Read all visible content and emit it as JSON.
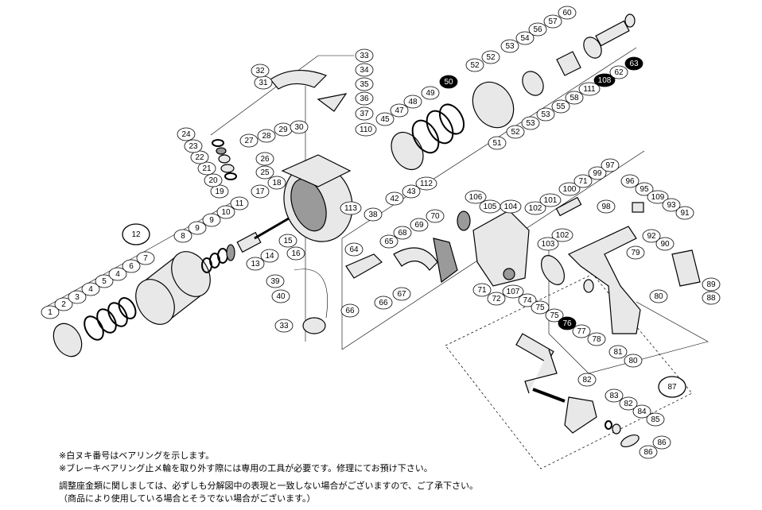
{
  "diagram": {
    "parts": [
      {
        "n": "1"
      },
      {
        "n": "2"
      },
      {
        "n": "3"
      },
      {
        "n": "4"
      },
      {
        "n": "5"
      },
      {
        "n": "4"
      },
      {
        "n": "6"
      },
      {
        "n": "7"
      },
      {
        "n": "12",
        "large": true
      },
      {
        "n": "8"
      },
      {
        "n": "9"
      },
      {
        "n": "9"
      },
      {
        "n": "10"
      },
      {
        "n": "11"
      },
      {
        "n": "13"
      },
      {
        "n": "14"
      },
      {
        "n": "15"
      },
      {
        "n": "16"
      },
      {
        "n": "17"
      },
      {
        "n": "18"
      },
      {
        "n": "25"
      },
      {
        "n": "26"
      },
      {
        "n": "19"
      },
      {
        "n": "20"
      },
      {
        "n": "21"
      },
      {
        "n": "22"
      },
      {
        "n": "23"
      },
      {
        "n": "24"
      },
      {
        "n": "27"
      },
      {
        "n": "28"
      },
      {
        "n": "29"
      },
      {
        "n": "30"
      },
      {
        "n": "31"
      },
      {
        "n": "32"
      },
      {
        "n": "33"
      },
      {
        "n": "34"
      },
      {
        "n": "35"
      },
      {
        "n": "36"
      },
      {
        "n": "37"
      },
      {
        "n": "39"
      },
      {
        "n": "40"
      },
      {
        "n": "33"
      },
      {
        "n": "50",
        "bearing": true
      },
      {
        "n": "49"
      },
      {
        "n": "48"
      },
      {
        "n": "47"
      },
      {
        "n": "45"
      },
      {
        "n": "110"
      },
      {
        "n": "112"
      },
      {
        "n": "43"
      },
      {
        "n": "42"
      },
      {
        "n": "38"
      },
      {
        "n": "113"
      },
      {
        "n": "51"
      },
      {
        "n": "52"
      },
      {
        "n": "52"
      },
      {
        "n": "52"
      },
      {
        "n": "53"
      },
      {
        "n": "54"
      },
      {
        "n": "56"
      },
      {
        "n": "57"
      },
      {
        "n": "60"
      },
      {
        "n": "55"
      },
      {
        "n": "53"
      },
      {
        "n": "53"
      },
      {
        "n": "58"
      },
      {
        "n": "111"
      },
      {
        "n": "108",
        "bearing": true
      },
      {
        "n": "62"
      },
      {
        "n": "63",
        "bearing": true
      },
      {
        "n": "106"
      },
      {
        "n": "105"
      },
      {
        "n": "104"
      },
      {
        "n": "102"
      },
      {
        "n": "101"
      },
      {
        "n": "100"
      },
      {
        "n": "71"
      },
      {
        "n": "99"
      },
      {
        "n": "97"
      },
      {
        "n": "98"
      },
      {
        "n": "96"
      },
      {
        "n": "95"
      },
      {
        "n": "109"
      },
      {
        "n": "93"
      },
      {
        "n": "91"
      },
      {
        "n": "92"
      },
      {
        "n": "90"
      },
      {
        "n": "102"
      },
      {
        "n": "103"
      },
      {
        "n": "79"
      },
      {
        "n": "89"
      },
      {
        "n": "88"
      },
      {
        "n": "80"
      },
      {
        "n": "71"
      },
      {
        "n": "72"
      },
      {
        "n": "107"
      },
      {
        "n": "74"
      },
      {
        "n": "75"
      },
      {
        "n": "75"
      },
      {
        "n": "76",
        "bearing": true
      },
      {
        "n": "77"
      },
      {
        "n": "78"
      },
      {
        "n": "81"
      },
      {
        "n": "80"
      },
      {
        "n": "87",
        "large": true
      },
      {
        "n": "82"
      },
      {
        "n": "83"
      },
      {
        "n": "82"
      },
      {
        "n": "84"
      },
      {
        "n": "85"
      },
      {
        "n": "86"
      },
      {
        "n": "86"
      },
      {
        "n": "70"
      },
      {
        "n": "69"
      },
      {
        "n": "68"
      },
      {
        "n": "65"
      },
      {
        "n": "64"
      },
      {
        "n": "66"
      },
      {
        "n": "67"
      },
      {
        "n": "66"
      }
    ]
  },
  "notes": {
    "line1": "※白ヌキ番号はベアリングを示します。",
    "line2": "※ブレーキベアリング止メ輪を取り外す際には専用の工具が必要です。修理にてお預け下さい。",
    "line3": "調整座金類に関しましては、必ずしも分解図中の表現と一致しない場合がございますので、ご了承下さい。",
    "line4": "（商品により使用している場合とそうでない場合がございます。）"
  }
}
